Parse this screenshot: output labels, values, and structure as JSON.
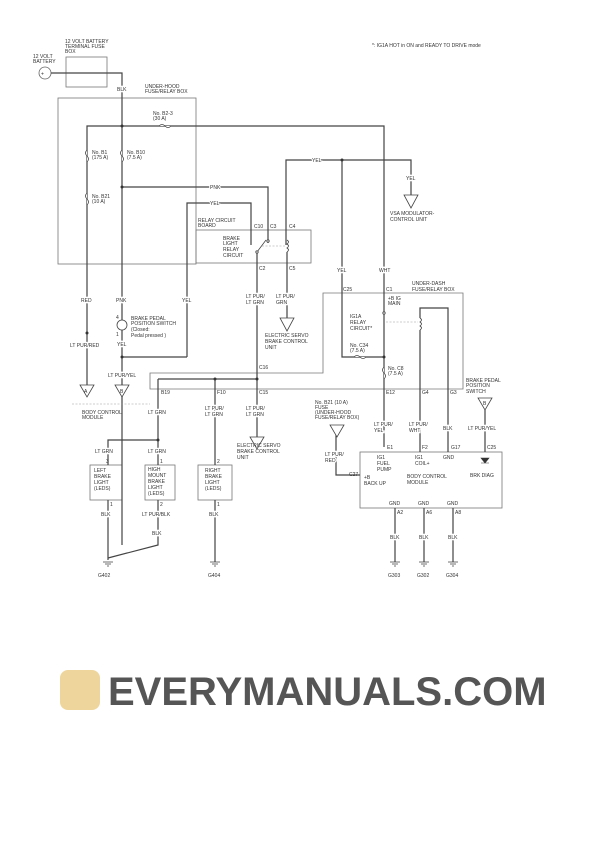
{
  "note": "*: IG1A HOT in ON and READY TO DRIVE mode",
  "battery": [
    "12 VOLT",
    "BATTERY"
  ],
  "terminal_fuse_box": [
    "12 VOLT BATTERY",
    "TERMINAL FUSE",
    "BOX"
  ],
  "under_hood_box": [
    "UNDER-HOOD",
    "FUSE/RELAY BOX"
  ],
  "fuses": {
    "b2_3": [
      "No. B2-3",
      "(30 A)"
    ],
    "b1": [
      "No. B1",
      "(175 A)"
    ],
    "b10": [
      "No. B10",
      "(7.5 A)"
    ],
    "b21": [
      "No. B21",
      "(10 A)"
    ],
    "c34": [
      "No. C34",
      "(7.5 A)"
    ],
    "c8": [
      "No. C8",
      "(7.5 A)"
    ],
    "b21_ref": [
      "No. B21 (10 A)",
      "FUSE",
      "(UNDER-HOOD",
      "FUSE/RELAY BOX)"
    ]
  },
  "relay_board": [
    "RELAY CIRCUIT",
    "BOARD"
  ],
  "brake_relay": [
    "BRAKE",
    "LIGHT",
    "RELAY",
    "CIRCUIT"
  ],
  "vsa": [
    "VSA MODULATOR-",
    "CONTROL UNIT"
  ],
  "servo": [
    "ELECTRIC SERVO",
    "BRAKE CONTROL",
    "UNIT"
  ],
  "under_dash_box": [
    "UNDER-DASH",
    "FUSE/RELAY BOX"
  ],
  "ig_main": [
    "+B IG",
    "MAIN"
  ],
  "ig1a_relay": [
    "IG1A",
    "RELAY",
    "CIRCUIT*"
  ],
  "brake_switch": [
    "BRAKE PEDAL",
    "POSITION SWITCH",
    "(Closed:",
    "Pedal pressed )"
  ],
  "brake_switch_ref": [
    "BRAKE PEDAL",
    "POSITION",
    "SWITCH"
  ],
  "bcm_ref": [
    "BODY CONTROL",
    "MODULE"
  ],
  "left_light": [
    "LEFT",
    "BRAKE",
    "LIGHT",
    "(LEDS)"
  ],
  "high_light": [
    "HIGH",
    "MOUNT",
    "BRAKE",
    "LIGHT",
    "(LEDS)"
  ],
  "right_light": [
    "RIGHT",
    "BRAKE",
    "LIGHT",
    "(LEDS)"
  ],
  "bcm": {
    "name": [
      "BODY CONTROL",
      "MODULE"
    ],
    "fuel_pump": [
      "IG1",
      "FUEL",
      "PUMP"
    ],
    "coil": [
      "IG1",
      "COIL+"
    ],
    "gnd": "GND",
    "brk_diag": "BRK DIAG",
    "backup": [
      "+B",
      "BACK UP"
    ],
    "gnd_bottom": [
      "GND",
      "GND",
      "GND"
    ]
  },
  "conn_refs": [
    "A",
    "B",
    "B"
  ],
  "wire_labels": [
    "BLK",
    "PNK",
    "YEL",
    "YEL",
    "YEL",
    "YEL",
    "WHT",
    "RED",
    "PNK",
    "YEL",
    "LT PUR/RED",
    "YEL",
    "LT PUR/YEL",
    "LT PUR/",
    "LT GRN",
    "LT PUR/",
    "GRN",
    "LT GRN",
    "LT PUR/",
    "LT GRN",
    "LT PUR/",
    "LT GRN",
    "LT GRN",
    "LT GRN",
    "BLK",
    "LT PUR/BLK",
    "BLK",
    "BLK",
    "LT PUR/",
    "RED",
    "LT PUR/",
    "YEL",
    "LT PUR/",
    "WHT",
    "BLK",
    "LT PUR/YEL",
    "BLK",
    "BLK",
    "BLK"
  ],
  "connectors": {
    "c10": "C10",
    "c3": "C3",
    "c4": "C4",
    "c2": "C2",
    "c5": "C5",
    "c25": "C25",
    "c1": "C1",
    "c16": "C16",
    "b19": "B19",
    "f10": "F10",
    "c15": "C15",
    "e12": "E12",
    "g4": "G4",
    "g3": "G3",
    "e1": "E1",
    "f2": "F2",
    "g17": "G17",
    "c25b": "C25",
    "c27": "C27",
    "a2": "A2",
    "a6": "A6",
    "a8": "A8"
  },
  "pins": [
    "4",
    "1",
    "3",
    "1",
    "1",
    "2",
    "2",
    "1"
  ],
  "grounds": [
    "G402",
    "G404",
    "G303",
    "G302",
    "G304"
  ],
  "watermark": "EVERYMANUALS.COM",
  "colors": {
    "wire": "#444444",
    "watermark_logo": "#e8c77a"
  }
}
